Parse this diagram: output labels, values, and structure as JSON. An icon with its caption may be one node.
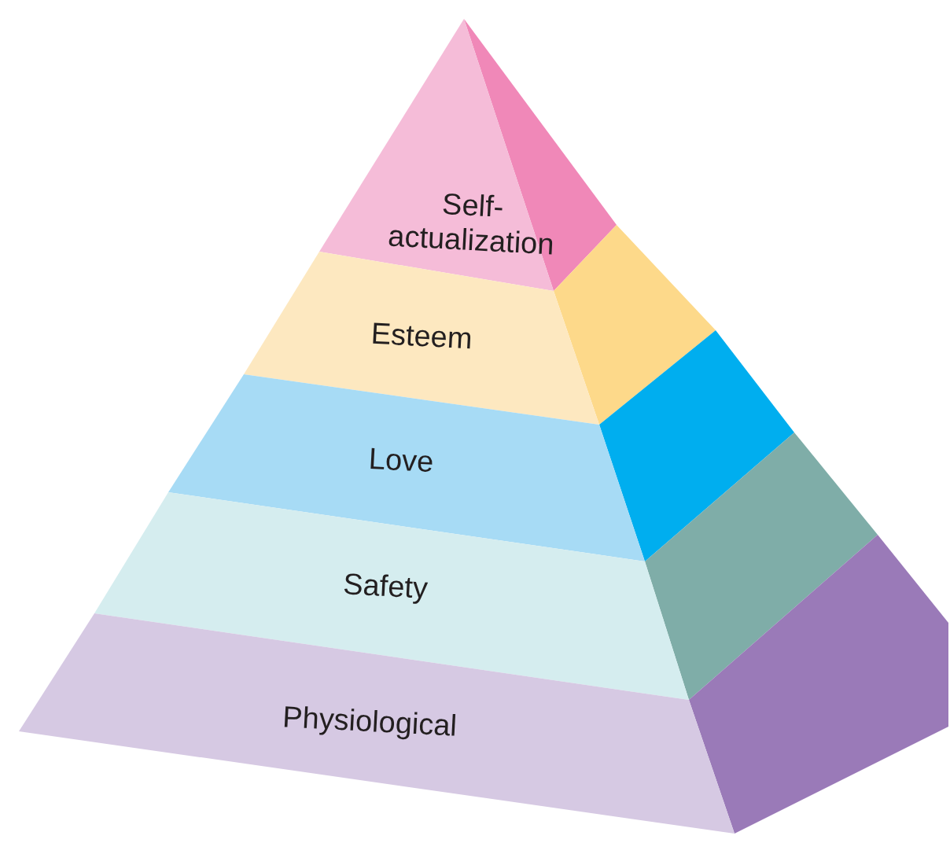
{
  "diagram": {
    "nodes": [
      {
        "text": [
          "Self- actualization"
        ]
      },
      {
        "text": [
          "Esteem"
        ]
      },
      {
        "text": [
          "Love"
        ]
      },
      {
        "text": [
          "Safety"
        ]
      },
      {
        "text": [
          "Physiological"
        ]
      }
    ]
  }
}
